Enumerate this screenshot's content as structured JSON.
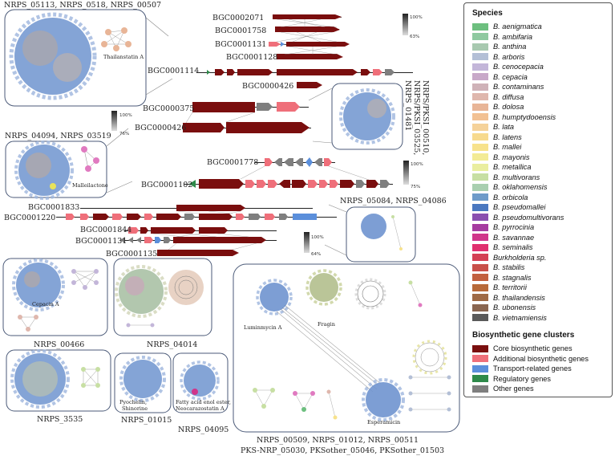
{
  "clusters": {
    "top_left": "NRPS_05113, NRPS_0518, NRPS_00507",
    "thailanstatin": "Thailanstatin A",
    "left_mid": "NRPS_04094, NRPS_03519",
    "malleilactone": "Malleilactone",
    "right_mid": "NRPS_05084, NRPS_04086",
    "vertical_right_1": "NRPS/PKSI_00510,",
    "vertical_right_2": "NRPS/PKSI_03525,",
    "vertical_right_3": "NRPS_01481",
    "cepacin": "Cepacin A",
    "nrps_00466": "NRPS_00466",
    "nrps_04014": "NRPS_04014",
    "nrps_3535": "NRPS_3535",
    "pyochelin_1": "Pyochelin,",
    "pyochelin_2": "Shinorine",
    "nrps_01015": "NRPS_01015",
    "fatty_1": "Fatty acid enol ester,",
    "fatty_2": "Neocarazostatin A",
    "nrps_04095": "NRPS_04095",
    "luminmycin": "Luminmycin A",
    "fragin": "Fragin",
    "esperamicin": "Esperamicin",
    "bottom_1": "NRPS_00509, NRPS_01012, NRPS_00511",
    "bottom_2": "PKS-NRP_05030, PKSother_05046, PKSother_01503"
  },
  "bgc": {
    "b2071": "BGC0002071",
    "b1758": "BGC0001758",
    "b1131a": "BGC0001131",
    "b1128": "BGC0001128",
    "b1114": "BGC0001114",
    "b0426a": "BGC0000426",
    "b0375": "BGC0000375",
    "b0426b": "BGC0000426",
    "b1778": "BGC0001778",
    "b1102": "BGC0001102",
    "b1833": "BGC0001833",
    "b1220": "BGC0001220",
    "b1844": "BGC0001844",
    "b1131b": "BGC0001131",
    "b1135": "BGC0001135"
  },
  "scales": [
    {
      "max": "100%",
      "min": "63%"
    },
    {
      "max": "100%",
      "min": "76%"
    },
    {
      "max": "100%",
      "min": "75%"
    },
    {
      "max": "100%",
      "min": "64%"
    }
  ],
  "legend": {
    "species_title": "Species",
    "species": [
      {
        "name": "B. aenigmatica",
        "color": "#6dbf7f"
      },
      {
        "name": "B. ambifaria",
        "color": "#8fc9a0"
      },
      {
        "name": "B. anthina",
        "color": "#a8c9b0"
      },
      {
        "name": "B. arboris",
        "color": "#b3bfd6"
      },
      {
        "name": "B. cenocepacia",
        "color": "#c3b6d9"
      },
      {
        "name": "B. cepacia",
        "color": "#c8a9c9"
      },
      {
        "name": "B. contaminans",
        "color": "#cfb2b8"
      },
      {
        "name": "B. diffusa",
        "color": "#dfb7ad"
      },
      {
        "name": "B. dolosa",
        "color": "#e8b597"
      },
      {
        "name": "B. humptydooensis",
        "color": "#f2c193"
      },
      {
        "name": "B. lata",
        "color": "#f5d29a"
      },
      {
        "name": "B. latens",
        "color": "#f7da8e"
      },
      {
        "name": "B. mallei",
        "color": "#f7e28c"
      },
      {
        "name": "B. mayonis",
        "color": "#f3eb95"
      },
      {
        "name": "B. metallica",
        "color": "#eaee9f"
      },
      {
        "name": "B. multivorans",
        "color": "#c7dfa3"
      },
      {
        "name": "B. oklahomensis",
        "color": "#a9cfb0"
      },
      {
        "name": "B. orbicola",
        "color": "#6e9bc9"
      },
      {
        "name": "B. pseudomallei",
        "color": "#4a78c0"
      },
      {
        "name": "B. pseudomultivorans",
        "color": "#8a4fb0"
      },
      {
        "name": "B. pyrrocinia",
        "color": "#a63ca0"
      },
      {
        "name": "B. savannae",
        "color": "#d0358a"
      },
      {
        "name": "B. seminalis",
        "color": "#e0306f"
      },
      {
        "name": "Burkholderia sp.",
        "color": "#d43f54"
      },
      {
        "name": "B. stabilis",
        "color": "#c9504a"
      },
      {
        "name": "B. stagnalis",
        "color": "#c2603f"
      },
      {
        "name": "B. territorii",
        "color": "#b86a3a"
      },
      {
        "name": "B. thailandensis",
        "color": "#9f6a45"
      },
      {
        "name": "B. ubonensis",
        "color": "#8a6650"
      },
      {
        "name": "B. vietnamiensis",
        "color": "#5a5a5a"
      }
    ],
    "genes_title": "Biosynthetic gene clusters",
    "genes": [
      {
        "name": "Core biosynthetic genes",
        "color": "#7a0e0e"
      },
      {
        "name": "Additional biosynthetic genes",
        "color": "#ef6f7a"
      },
      {
        "name": "Transport-related genes",
        "color": "#5b8fdb"
      },
      {
        "name": "Regulatory genes",
        "color": "#2e8a4a"
      },
      {
        "name": "Other genes",
        "color": "#7f7f7f"
      }
    ]
  }
}
